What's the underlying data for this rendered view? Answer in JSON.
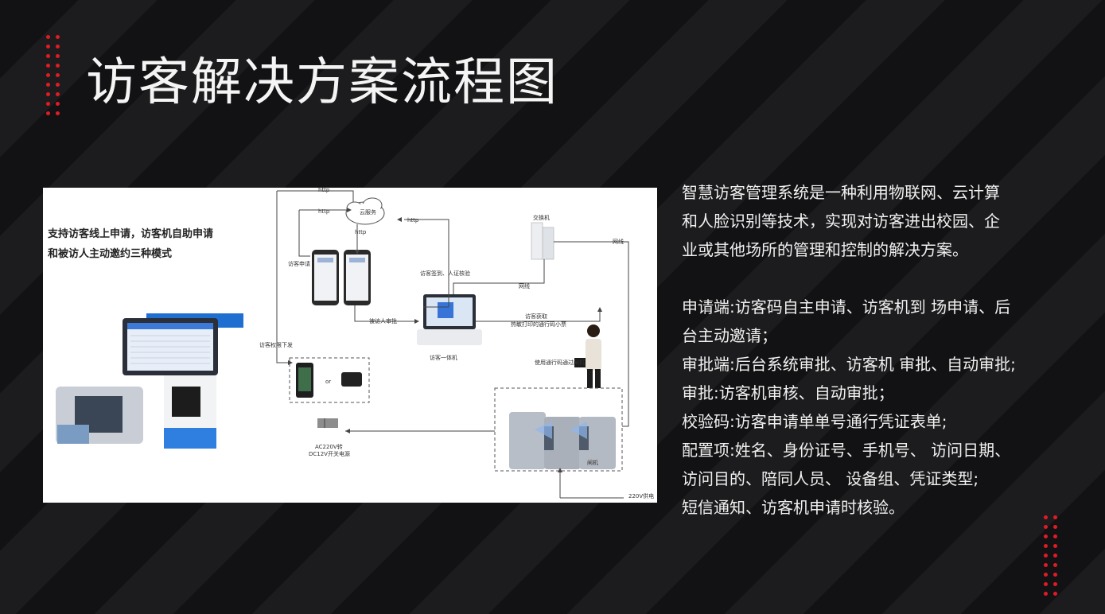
{
  "title": "访客解决方案流程图",
  "colors": {
    "accent": "#e21b23",
    "background": "#121214",
    "text": "#f0f0f0"
  },
  "diagram": {
    "caption": [
      "支持访客线上申请，访客机自助申请",
      "和被访人主动邀约三种模式"
    ],
    "labels": {
      "http_top": "http",
      "http_left": "http",
      "http_mid": "http",
      "http_right": "http",
      "cloud": "云服务",
      "switch": "交换机",
      "network_right": "网线",
      "network_mid": "网线",
      "visitor_apply": "访客申请",
      "checkin": "访客签到、人证核验",
      "host_approve": "被访人审批",
      "get_ticket_1": "访客获取",
      "get_ticket_2": "热敏打印的通行码小票",
      "permission": "访客权限下发",
      "kiosk": "访客一体机",
      "use_code": "使用通行码通过闸机",
      "or": "or",
      "power_1": "AC220V转",
      "power_2": "DC12V开关电源",
      "gate": "闸机",
      "power_220": "220V供电"
    }
  },
  "description": {
    "intro": [
      "智慧访客管理系统是一种利用物联网、云计算",
      "和人脸识别等技术，实现对访客进出校园、企",
      "业或其他场所的管理和控制的解决方案。"
    ],
    "items": [
      "申请端:访客码自主申请、访客机到 场申请、后",
      "台主动邀请；",
      "审批端:后台系统审批、访客机 审批、自动审批;",
      "审批:访客机审核、自动审批；",
      "校验码:访客申请单单号通行凭证表单;",
      "配置项:姓名、身份证号、手机号、 访问日期、",
      "访问目的、陪同人员、 设备组、凭证类型;",
      "短信通知、访客机申请时核验。"
    ]
  }
}
